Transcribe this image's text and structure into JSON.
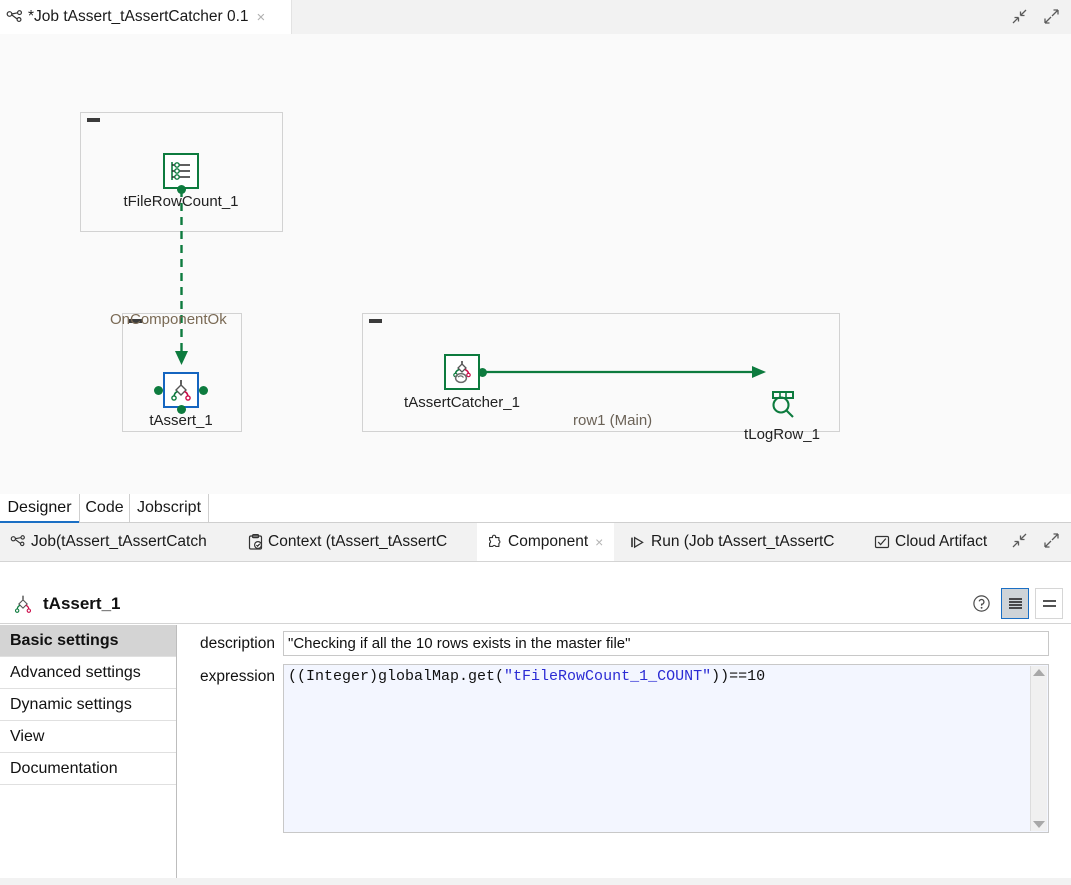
{
  "editor": {
    "tab_label": "*Job tAssert_tAssertCatcher 0.1",
    "tab_icon": "job-icon",
    "close_label": "×",
    "minimize_icon": "minimize-icon",
    "maximize_icon": "maximize-icon"
  },
  "canvas": {
    "subjobs": [
      {
        "name": "subjob-filerowcount"
      },
      {
        "name": "subjob-assert"
      },
      {
        "name": "subjob-assertcatcher"
      }
    ],
    "nodes": [
      {
        "id": "tFileRowCount_1",
        "label": "tFileRowCount_1",
        "icon": "tfilerowcount-icon",
        "selected": false
      },
      {
        "id": "tAssert_1",
        "label": "tAssert_1",
        "icon": "tassert-icon",
        "selected": true
      },
      {
        "id": "tAssertCatcher_1",
        "label": "tAssertCatcher_1",
        "icon": "tassertcatcher-icon",
        "selected": false
      },
      {
        "id": "tLogRow_1",
        "label": "tLogRow_1",
        "icon": "tlogrow-icon",
        "selected": false
      }
    ],
    "connections": [
      {
        "id": "trigger",
        "label": "OnComponentOk",
        "style": "dashed",
        "color": "#0d7b3e"
      },
      {
        "id": "row1",
        "label": "row1 (Main)",
        "style": "solid",
        "color": "#0d7b3e"
      }
    ]
  },
  "view_tabs": [
    {
      "label": "Designer",
      "active": true
    },
    {
      "label": "Code",
      "active": false
    },
    {
      "label": "Jobscript",
      "active": false
    }
  ],
  "panel_tabs": [
    {
      "label": "Job(tAssert_tAssertCatch",
      "icon": "job-icon",
      "active": false,
      "closable": false
    },
    {
      "label": "Context (tAssert_tAssertC",
      "icon": "context-icon",
      "active": false,
      "closable": false
    },
    {
      "label": "Component",
      "icon": "component-icon",
      "active": true,
      "closable": true,
      "close_label": "×"
    },
    {
      "label": "Run (Job tAssert_tAssertC",
      "icon": "run-icon",
      "active": false,
      "closable": false
    },
    {
      "label": "Cloud Artifact",
      "icon": "cloud-artifact-icon",
      "active": false,
      "closable": false
    }
  ],
  "properties": {
    "title": "tAssert_1",
    "title_icon": "tassert-icon",
    "help_icon": "help-icon",
    "view_compact_icon": "list-view-icon",
    "view_expanded_icon": "detail-view-icon",
    "settings_tabs": [
      {
        "label": "Basic settings",
        "active": true
      },
      {
        "label": "Advanced settings",
        "active": false
      },
      {
        "label": "Dynamic settings",
        "active": false
      },
      {
        "label": "View",
        "active": false
      },
      {
        "label": "Documentation",
        "active": false
      }
    ],
    "fields": {
      "description_label": "description",
      "description_value": "\"Checking if all the 10 rows exists in the master file\"",
      "expression_label": "expression",
      "expression_prefix": "((Integer)globalMap.get(",
      "expression_string": "\"tFileRowCount_1_COUNT\"",
      "expression_suffix": "))==10"
    }
  },
  "colors": {
    "talend_green": "#0d7b3e",
    "selection_blue": "#1565c0",
    "accent_blue": "#1b6fc4",
    "string_blue": "#2b2bd4",
    "canvas_bg": "#fafafa"
  }
}
